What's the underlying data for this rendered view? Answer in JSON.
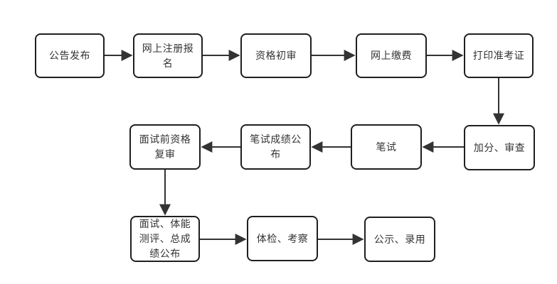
{
  "flowchart": {
    "title": "recruitment-exam-process-flowchart",
    "colors": {
      "background": "#ffffff",
      "node_fill": "#ffffff",
      "node_border": "#1f1f1f",
      "text": "#333333",
      "arrow": "#333333"
    },
    "nodes": [
      {
        "id": "announcement",
        "label": "公告发布"
      },
      {
        "id": "online-registration",
        "label": "网上注册报名"
      },
      {
        "id": "initial-qualification",
        "label": "资格初审"
      },
      {
        "id": "online-payment",
        "label": "网上缴费"
      },
      {
        "id": "print-admission-ticket",
        "label": "打印准考证"
      },
      {
        "id": "bonus-points-review",
        "label": "加分、审查"
      },
      {
        "id": "written-exam",
        "label": "笔试"
      },
      {
        "id": "written-exam-results",
        "label": "笔试成绩公布"
      },
      {
        "id": "pre-interview-recheck",
        "label": "面试前资格复审"
      },
      {
        "id": "interview-fitness-total",
        "label": "面试、体能测评、总成绩公布"
      },
      {
        "id": "medical-inspection",
        "label": "体检、考察"
      },
      {
        "id": "publicity-employment",
        "label": "公示、录用"
      }
    ],
    "edges": [
      {
        "from": "announcement",
        "to": "online-registration"
      },
      {
        "from": "online-registration",
        "to": "initial-qualification"
      },
      {
        "from": "initial-qualification",
        "to": "online-payment"
      },
      {
        "from": "online-payment",
        "to": "print-admission-ticket"
      },
      {
        "from": "print-admission-ticket",
        "to": "bonus-points-review"
      },
      {
        "from": "bonus-points-review",
        "to": "written-exam"
      },
      {
        "from": "written-exam",
        "to": "written-exam-results"
      },
      {
        "from": "written-exam-results",
        "to": "pre-interview-recheck"
      },
      {
        "from": "pre-interview-recheck",
        "to": "interview-fitness-total"
      },
      {
        "from": "interview-fitness-total",
        "to": "medical-inspection"
      },
      {
        "from": "medical-inspection",
        "to": "publicity-employment"
      }
    ]
  }
}
